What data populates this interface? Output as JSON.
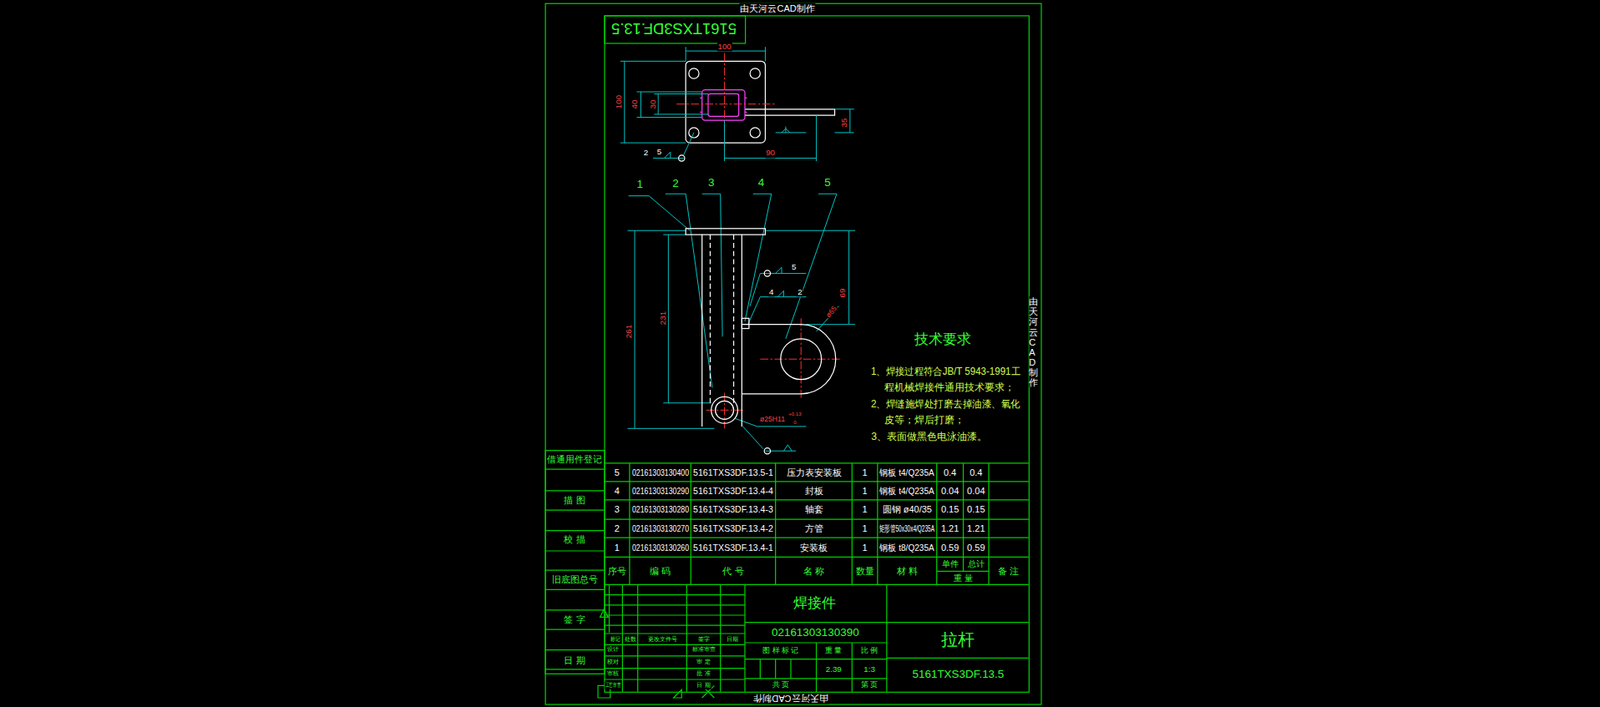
{
  "diagram": {
    "labels": [
      "由天河云CAD制作",
      "由天河云CAD制作",
      "由天河云CAD制作",
      "5161TXS3DF.13.5",
      "100",
      "100",
      "40",
      "30",
      "35",
      "90",
      "2",
      "5",
      "1",
      "2",
      "3",
      "4",
      "5",
      "261",
      "231",
      "69",
      "ø65",
      "ø25H11",
      "+0.13",
      "0",
      "5",
      "4",
      "2",
      "技术要求",
      "1、焊接过程符合JB/T 5943-1991工",
      "程机械焊接件通用技术要求；",
      "2、焊缝施焊处打磨去掉油漆、氧化",
      "皮等；焊后打磨；",
      "3、表面做黑色电泳油漆。",
      "5",
      "02161303130400",
      "5161TXS3DF.13.5-1",
      "压力表安装板",
      "1",
      "钢板 t4/Q235A",
      "0.4",
      "0.4",
      "4",
      "02161303130290",
      "5161TXS3DF.13.4-4",
      "封板",
      "1",
      "钢板 t4/Q235A",
      "0.04",
      "0.04",
      "3",
      "02161303130280",
      "5161TXS3DF.13.4-3",
      "轴套",
      "1",
      "圆钢 ø40/35",
      "0.15",
      "0.15",
      "2",
      "02161303130270",
      "5161TXS3DF.13.4-2",
      "方管",
      "1",
      "矩形管50x30x4/Q235A",
      "1.21",
      "1.21",
      "1",
      "02161303130260",
      "5161TXS3DF.13.4-1",
      "安装板",
      "1",
      "钢板 t8/Q235A",
      "0.59",
      "0.59",
      "序号",
      "编  码",
      "代  号",
      "名  称",
      "数量",
      "材  料",
      "单件",
      "总计",
      "重  量",
      "备  注",
      "借通用件登记",
      "描  图",
      "校  描",
      "旧底图总号",
      "签  字",
      "日  期",
      "焊接件",
      "02161303130390",
      "图 样 标 记",
      "重  量",
      "比  例",
      "2.39",
      "1:3",
      "共  页",
      "第  页",
      "拉杆",
      "5161TXS3DF.13.5",
      "标记",
      "处数",
      "更改文件号",
      "签字",
      "日期",
      "设计",
      "标准审查",
      "校对",
      "审  定",
      "审核",
      "批  准",
      "工艺审查",
      "日  期"
    ]
  }
}
